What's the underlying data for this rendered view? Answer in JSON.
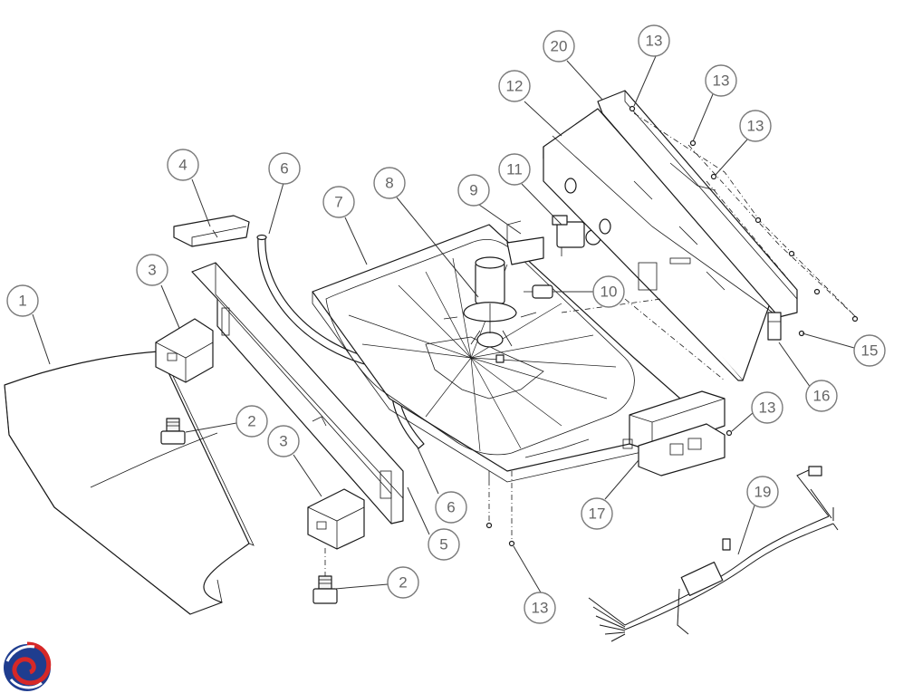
{
  "callouts": [
    {
      "label": "1"
    },
    {
      "label": "2"
    },
    {
      "label": "2"
    },
    {
      "label": "3"
    },
    {
      "label": "3"
    },
    {
      "label": "4"
    },
    {
      "label": "5"
    },
    {
      "label": "6"
    },
    {
      "label": "6"
    },
    {
      "label": "7"
    },
    {
      "label": "8"
    },
    {
      "label": "9"
    },
    {
      "label": "10"
    },
    {
      "label": "11"
    },
    {
      "label": "12"
    },
    {
      "label": "13"
    },
    {
      "label": "13"
    },
    {
      "label": "13"
    },
    {
      "label": "13"
    },
    {
      "label": "13"
    },
    {
      "label": "15"
    },
    {
      "label": "16"
    },
    {
      "label": "17"
    },
    {
      "label": "19"
    },
    {
      "label": "20"
    }
  ],
  "colors": {
    "line": "#1a1a1a",
    "callout_stroke": "#7a7a7a",
    "callout_text": "#666666",
    "logo_blue": "#1f3d8f",
    "logo_red": "#d62828"
  },
  "icons": {
    "logo": "brand-swirl-logo"
  }
}
